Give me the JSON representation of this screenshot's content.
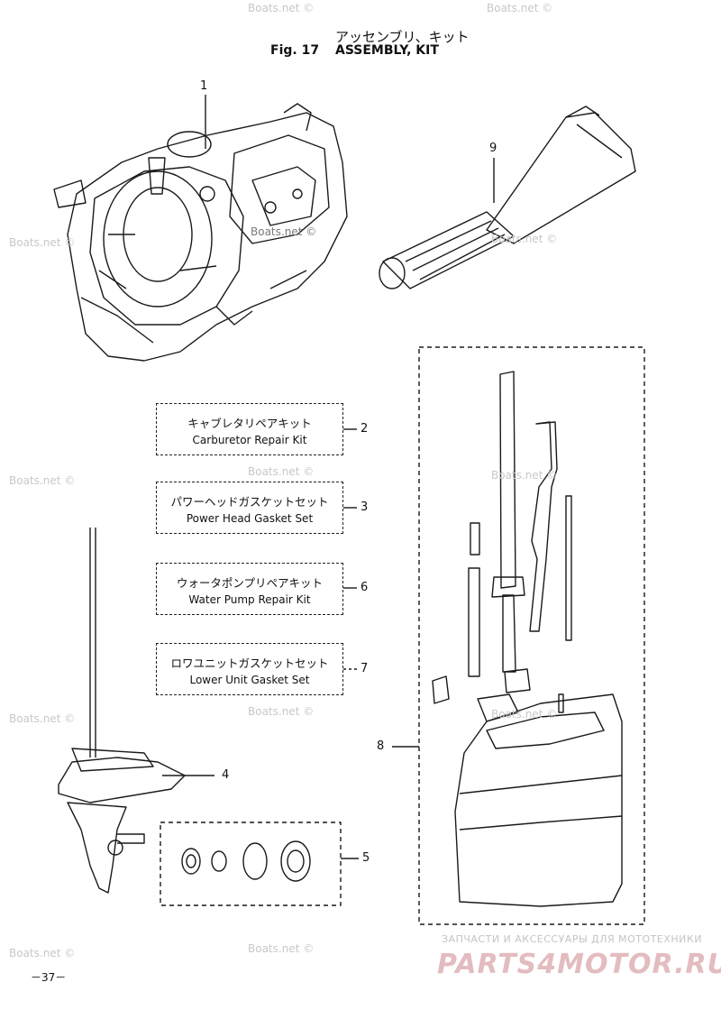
{
  "header": {
    "title_jp": "アッセンブリ、キット",
    "fig_label": "Fig. 17",
    "fig_name": "ASSEMBLY, KIT"
  },
  "callouts": [
    "1",
    "2",
    "3",
    "4",
    "5",
    "6",
    "7",
    "8",
    "9"
  ],
  "kits": [
    {
      "number": "2",
      "name_jp": "キャブレタリペアキット",
      "name_en": "Carburetor Repair Kit"
    },
    {
      "number": "3",
      "name_jp": "パワーヘッドガスケットセット",
      "name_en": "Power Head Gasket Set"
    },
    {
      "number": "6",
      "name_jp": "ウォータポンプリペアキット",
      "name_en": "Water Pump Repair Kit"
    },
    {
      "number": "7",
      "name_jp": "ロワユニットガスケットセット",
      "name_en": "Lower Unit Gasket Set"
    }
  ],
  "watermark": "Boats.net ©",
  "footer": {
    "page": "－37－",
    "shop_text": "ЗАПЧАСТИ И АКСЕССУАРЫ ДЛЯ МОТОТЕХНИКИ",
    "brand": "PARTS4MOTOR.RU"
  }
}
